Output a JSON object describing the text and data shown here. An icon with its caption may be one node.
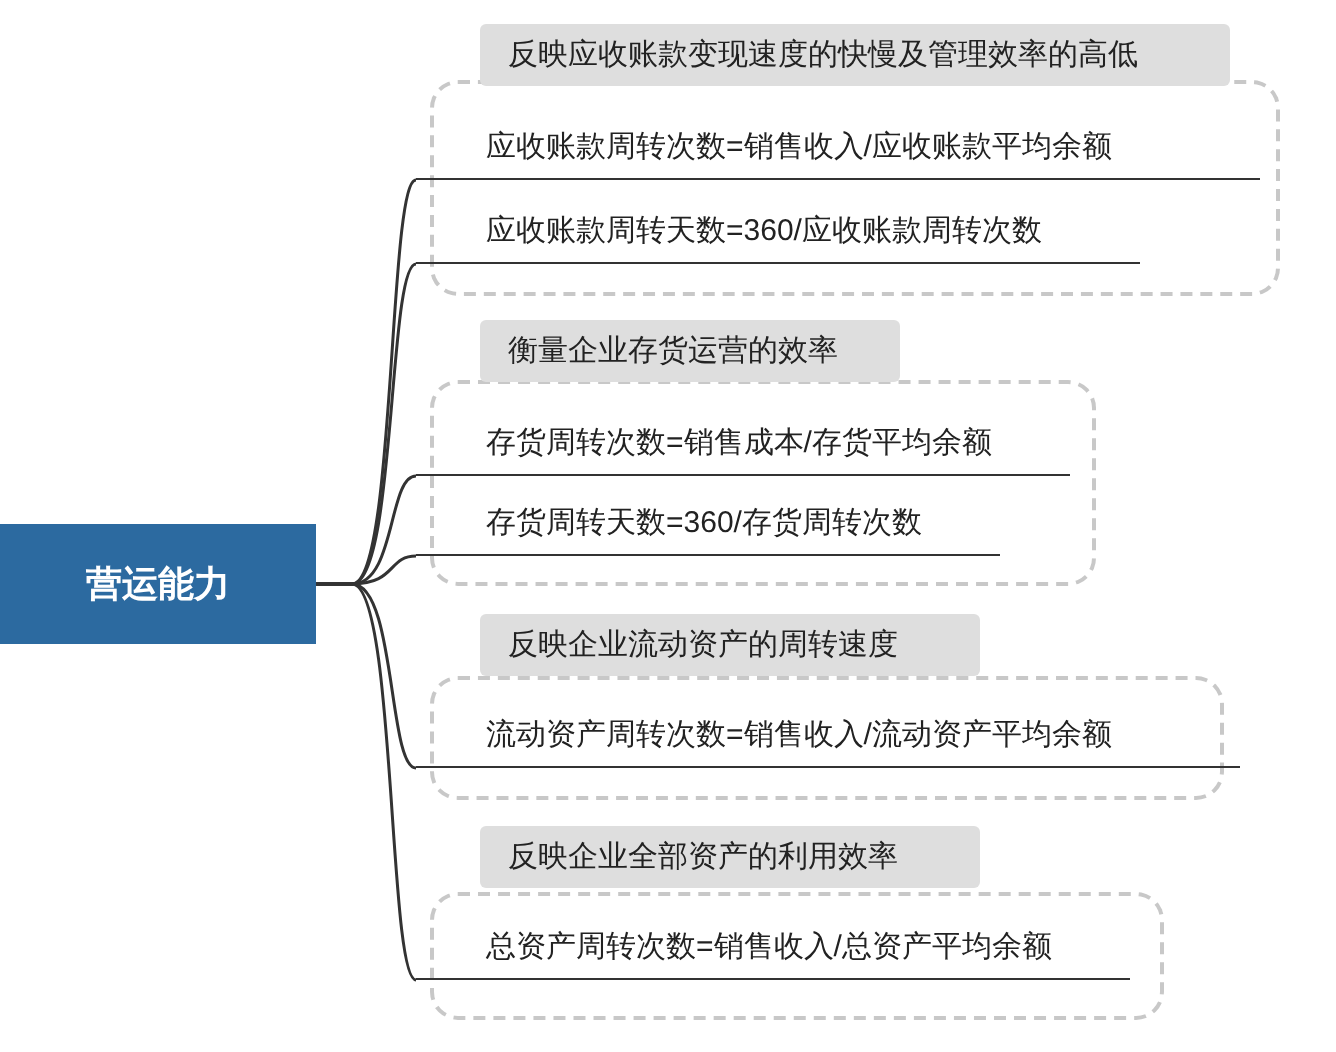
{
  "diagram": {
    "nodes": [
      {
        "text": [
          "营运能力"
        ]
      },
      {
        "text": [
          "反映应收账款变现速度的快慢及管理效率的高低"
        ]
      },
      {
        "text": [
          "应收账款周转次数=销售收入/应收账款平均余额"
        ],
        "in": 1
      },
      {
        "text": [
          "应收账款周转天数=360/应收账款周转次数"
        ],
        "in": 1
      },
      {
        "text": [
          "衡量企业存货运营的效率"
        ]
      },
      {
        "text": [
          "存货周转次数=销售成本/存货平均余额"
        ],
        "in": 4
      },
      {
        "text": [
          "存货周转天数=360/存货周转次数"
        ],
        "in": 4
      },
      {
        "text": [
          "反映企业流动资产的周转速度"
        ]
      },
      {
        "text": [
          "流动资产周转次数=销售收入/流动资产平均余额"
        ],
        "in": 7
      },
      {
        "text": [
          "反映企业全部资产的利用效率"
        ]
      },
      {
        "text": [
          "总资产周转次数=销售收入/总资产平均余额"
        ],
        "in": 9
      }
    ],
    "edges": [
      {
        "from": 0,
        "to": 2,
        "arrow": "none"
      },
      {
        "from": 0,
        "to": 3,
        "arrow": "none"
      },
      {
        "from": 0,
        "to": 5,
        "arrow": "none"
      },
      {
        "from": 0,
        "to": 6,
        "arrow": "none"
      },
      {
        "from": 0,
        "to": 8,
        "arrow": "none"
      },
      {
        "from": 0,
        "to": 10,
        "arrow": "none"
      }
    ]
  }
}
